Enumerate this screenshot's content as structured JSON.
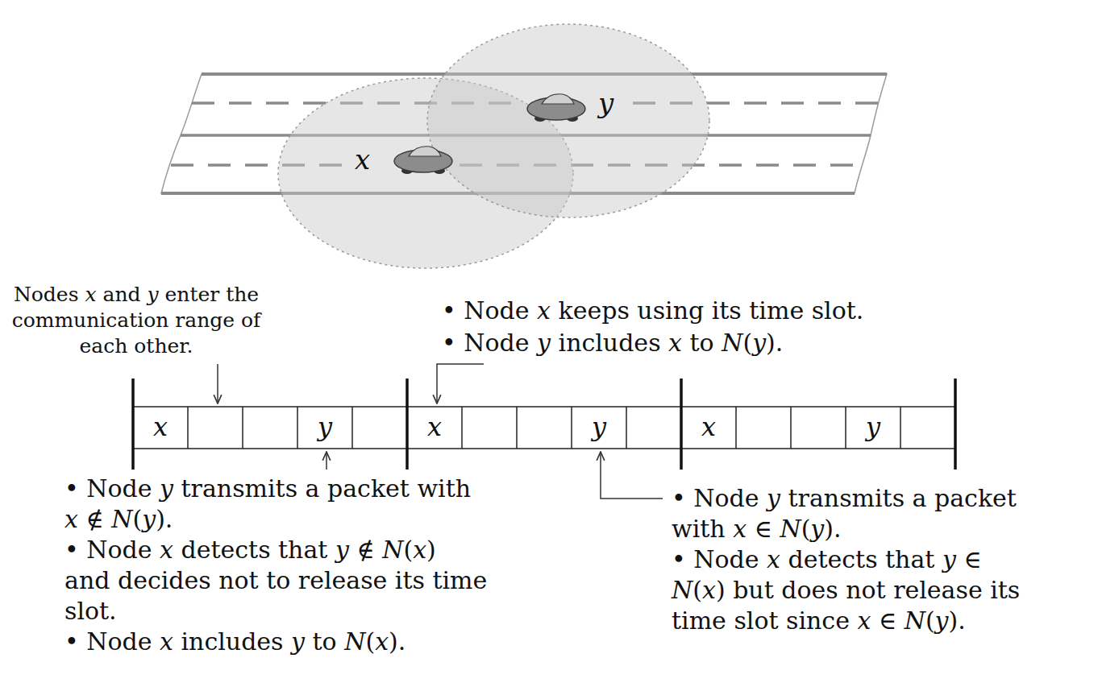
{
  "diagram": {
    "nodes": [
      {
        "text": [
          "x"
        ]
      },
      {
        "text": [
          "y"
        ]
      },
      {
        "text": [
          "x"
        ]
      },
      {
        "text": [
          "y"
        ]
      },
      {
        "text": [
          "x"
        ]
      },
      {
        "text": [
          "y"
        ]
      }
    ],
    "labels": [
      "y",
      "x",
      "Nodes x and y enter the communication range of each other.",
      "• Node x keeps using its time slot.",
      "• Node y includes x to N(y).",
      "• Node y transmits a packet with x ∉ N(y).",
      "• Node x detects that y ∉ N(x) and decides not to release its time slot.",
      "• Node x includes y to N(x).",
      "• Node y transmits a packet with x ∈ N(y).",
      "• Node x detects that y ∈ N(x) but does not release its time slot since x ∈ N(y)."
    ]
  }
}
